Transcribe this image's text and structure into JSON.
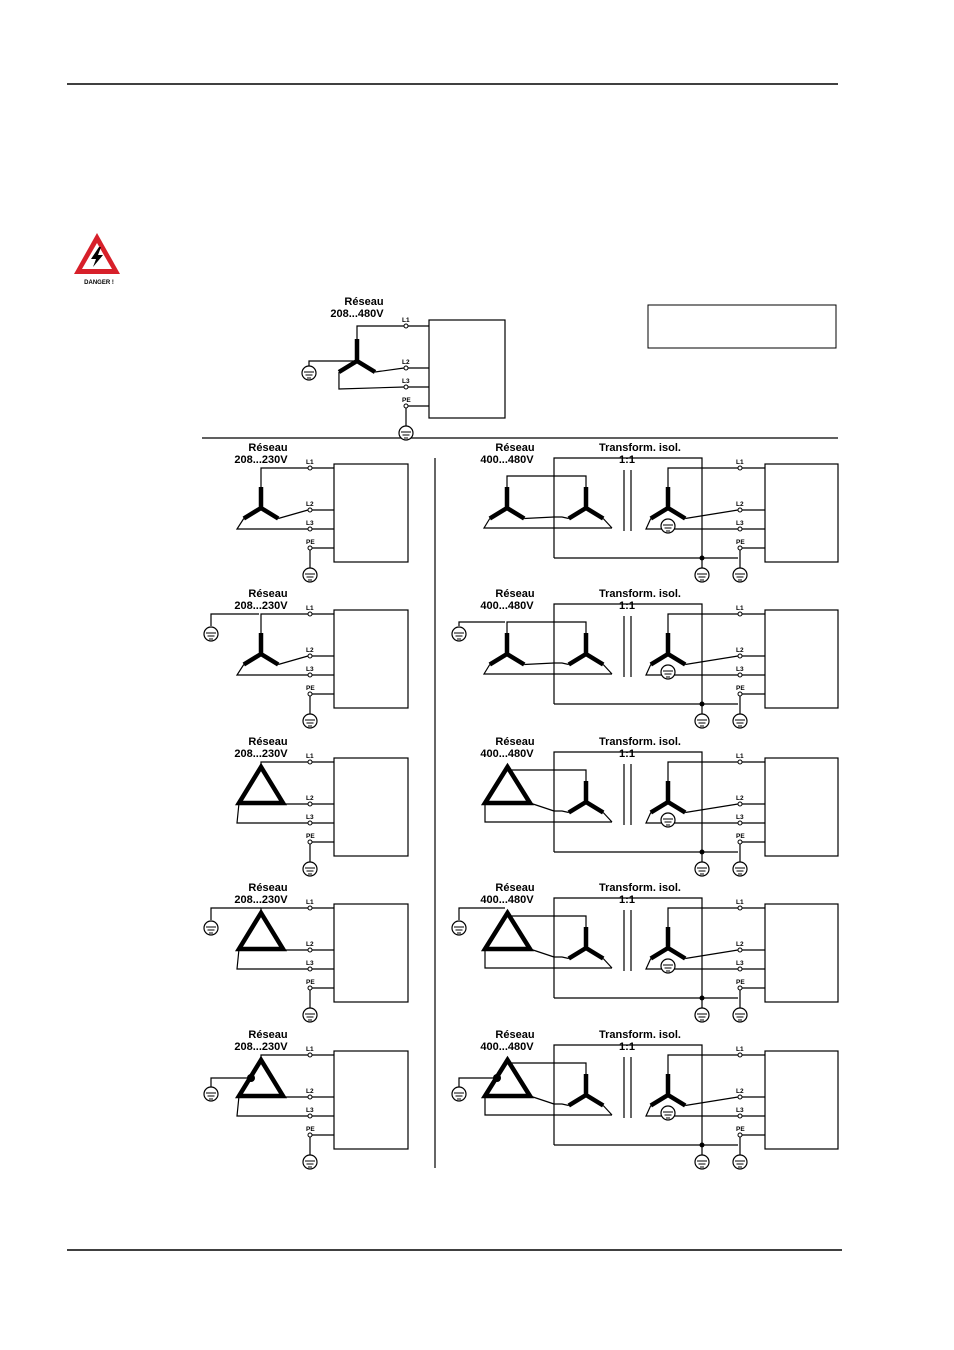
{
  "danger": {
    "label": "DANGER !"
  },
  "top_diagram": {
    "network": "Réseau",
    "voltage": "208...480V"
  },
  "terminals": {
    "l1": "L1",
    "l2": "L2",
    "l3": "L3",
    "pe": "PE"
  },
  "left_column": {
    "network": "Réseau",
    "voltage": "208...230V"
  },
  "right_column": {
    "network": "Réseau",
    "voltage": "400...480V",
    "transformer": "Transform. isol.",
    "ratio": "1:1"
  },
  "rows": [
    {
      "source": "star",
      "earthed_point": "star-point"
    },
    {
      "source": "star",
      "earthed_point": "line"
    },
    {
      "source": "delta",
      "earthed_point": "none"
    },
    {
      "source": "delta",
      "earthed_point": "line"
    },
    {
      "source": "delta",
      "earthed_point": "corner"
    }
  ]
}
